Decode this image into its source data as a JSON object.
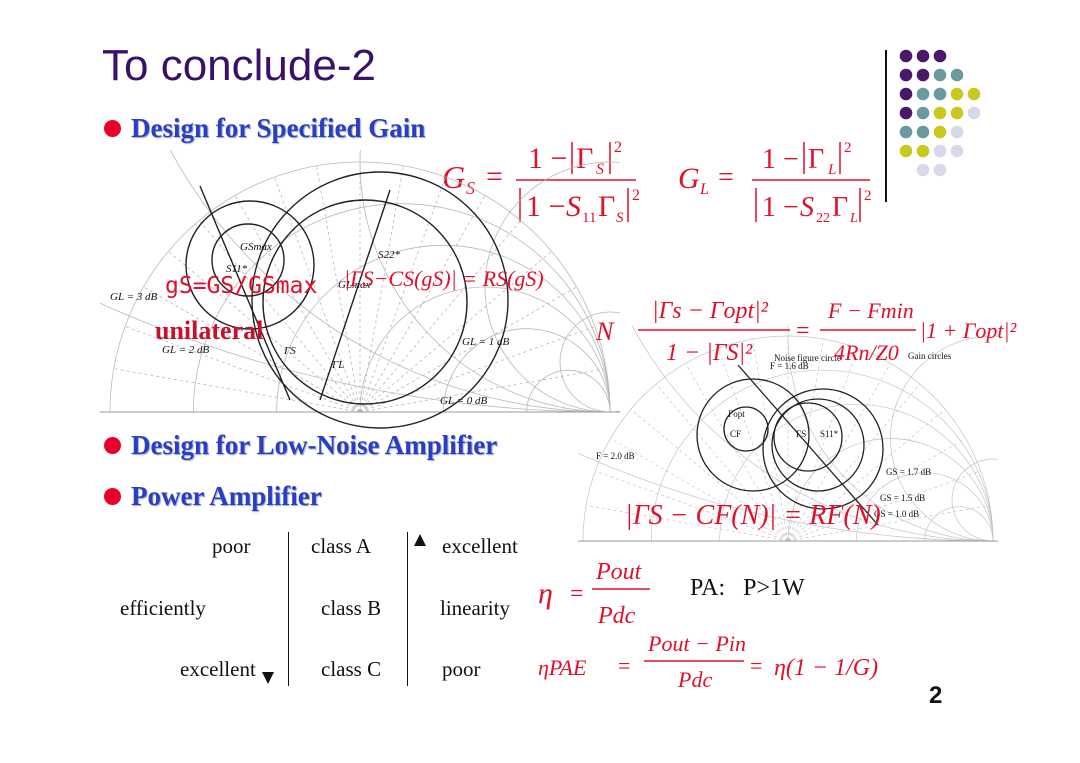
{
  "slide": {
    "title": "To conclude-2",
    "page_number": "2"
  },
  "bullets": [
    {
      "label": "Design for Specified Gain"
    },
    {
      "label": "Design  for Low-Noise Amplifier"
    },
    {
      "label": "Power Amplifier"
    }
  ],
  "gain_section": {
    "overlay_gs": "gS=GS/GSmax",
    "overlay_unilateral": "unilateral",
    "overlay_circle_eq": "|ΓS−CS(gS)| = RS(gS)",
    "chart_labels": {
      "gs_max": "GSmax",
      "s11_conj": "S11*",
      "s22_conj": "S22*",
      "gl_max": "GLmax",
      "gamma_s": "ΓS",
      "gamma_l": "ΓL",
      "gl_3db": "GL = 3 dB",
      "gl_2db": "GL = 2 dB",
      "gl_1db": "GL = 1 dB",
      "gl_0db": "GL = 0 dB"
    }
  },
  "noise_section": {
    "eq_lhs": "N",
    "eq_frac_num": "|Γs − Γopt|²",
    "eq_frac_den": "1 − |ΓS|²",
    "eq_rhs_num": "F − Fmin",
    "eq_rhs_den": "4Rn/Z0",
    "eq_rhs_tail": "|1 + Γopt|²",
    "circle_eq": "|ΓS − CF(N)| = RF(N)",
    "chart_labels": {
      "noise_figure_circle": "Noise figure circle",
      "gain_circles": "Gain circles",
      "f_16db": "F = 1.6 dB",
      "f_20db": "F = 2.0 dB",
      "gamma_opt": "Γopt",
      "cf": "CF",
      "gamma_s": "ΓS",
      "s11_conj": "S11*",
      "gs_17db": "GS = 1.7 dB",
      "gs_15db": "GS = 1.5 dB",
      "gs_10db": "GS = 1.0 dB"
    }
  },
  "power_table": {
    "left": [
      "poor",
      "efficiently",
      "excellent"
    ],
    "classes": [
      "class A",
      "class B",
      "class C"
    ],
    "right": [
      "excellent",
      "linearity",
      "poor"
    ]
  },
  "pa_section": {
    "eta": "η",
    "pout": "Pout",
    "pdc": "Pdc",
    "pa_note": "PA:   P>1W",
    "eta_pae": "ηPAE",
    "pae_num": "Pout − Pin",
    "pae_rhs": "η(1 − 1/G)"
  },
  "decor_colors": {
    "purple": "#4b1868",
    "teal": "#6a9aa0",
    "olive": "#c8c81e",
    "lavender": "#d8d8ec"
  }
}
